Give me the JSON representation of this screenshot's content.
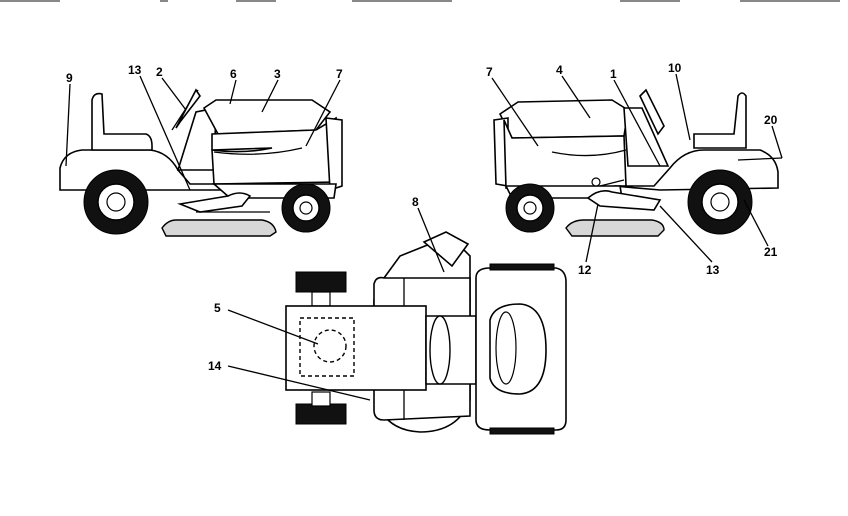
{
  "callouts": {
    "c9": "9",
    "c13a": "13",
    "c2": "2",
    "c6": "6",
    "c3": "3",
    "c7a": "7",
    "c7b": "7",
    "c4": "4",
    "c1": "1",
    "c10": "10",
    "c20": "20",
    "c12": "12",
    "c13b": "13",
    "c21": "21",
    "c8": "8",
    "c5": "5",
    "c14": "14"
  }
}
